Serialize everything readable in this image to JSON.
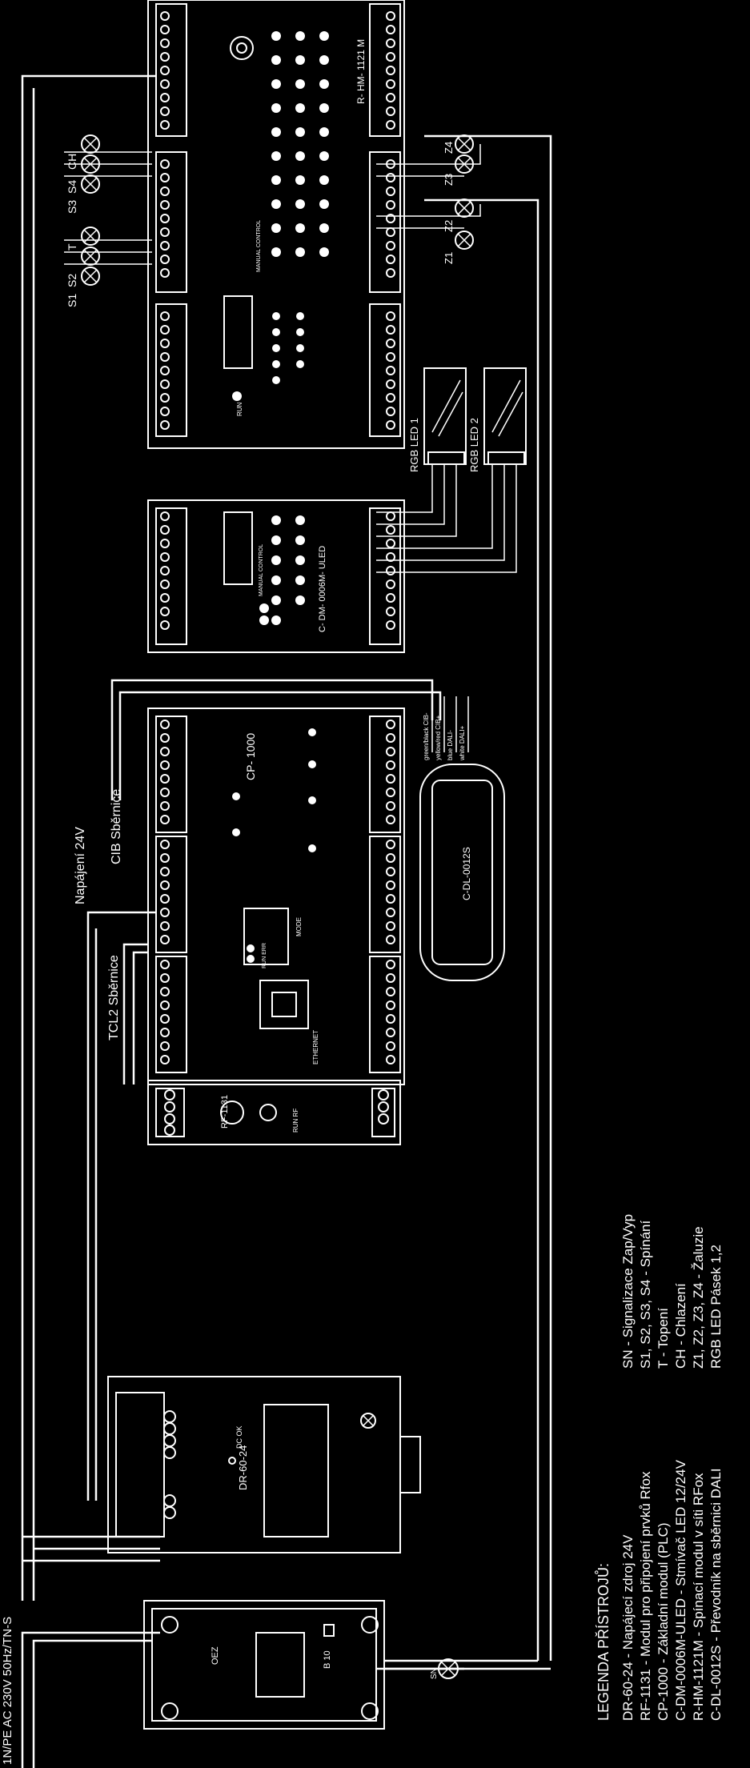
{
  "title": "1N/PE AC 230V 50Hz/TN-S",
  "labels": {
    "napajeni": "Napájení 24V",
    "tcl2": "TCL2 Sběrnice",
    "cib": "CIB Sběrnice",
    "rgb1": "RGB LED 1",
    "rgb2": "RGB LED 2",
    "sn": "SN",
    "s1": "S1",
    "s2": "S2",
    "t": "T",
    "s3": "S3",
    "s4": "S4",
    "ch": "CH",
    "z1": "Z1",
    "z2": "Z2",
    "z3": "Z3",
    "z4": "Z4"
  },
  "devices": {
    "oez": "OEZ",
    "b10": "B 10",
    "dr": "DR-60-24",
    "dcok": "DC OK",
    "rf": "RF-1131",
    "runrf": "RUN RF",
    "cp": "CP- 1000",
    "ethernet": "ETHERNET",
    "mode": "MODE",
    "runerr": "RUN ERR",
    "cdm": "C- DM- 0006M- ULED",
    "manual": "MANUAL CONTROL",
    "rhm": "R- HM- 1121 M",
    "run": "RUN",
    "cdl": "C-DL-0012S"
  },
  "dali_wires": [
    "green/black  CIB-",
    "yellow/red  CIB+",
    "blue  DALI-",
    "white  DALI+"
  ],
  "legend": {
    "heading": "LEGENDA PŘÍSTROJŮ:",
    "left": [
      "DR-60-24 - Napájecí zdroj 24V",
      "RF-1131 - Modul pro připojení prvků Rfox",
      "CP-1000 - Základní modul (PLC)",
      "C-DM-0006M-ULED - Stmívač LED 12/24V",
      "R-HM-1121M - Spínací modul v síti RFox",
      "C-DL-0012S - Převodník na sběrnici DALI"
    ],
    "right": [
      "SN - Signalizace Zap/Vyp",
      "S1, S2, S3, S4 - Spínání",
      "T - Topení",
      "CH - Chlazení",
      "Z1, Z2, Z3, Z4 - Žaluzie",
      "RGB LED Pásek 1,2"
    ]
  }
}
